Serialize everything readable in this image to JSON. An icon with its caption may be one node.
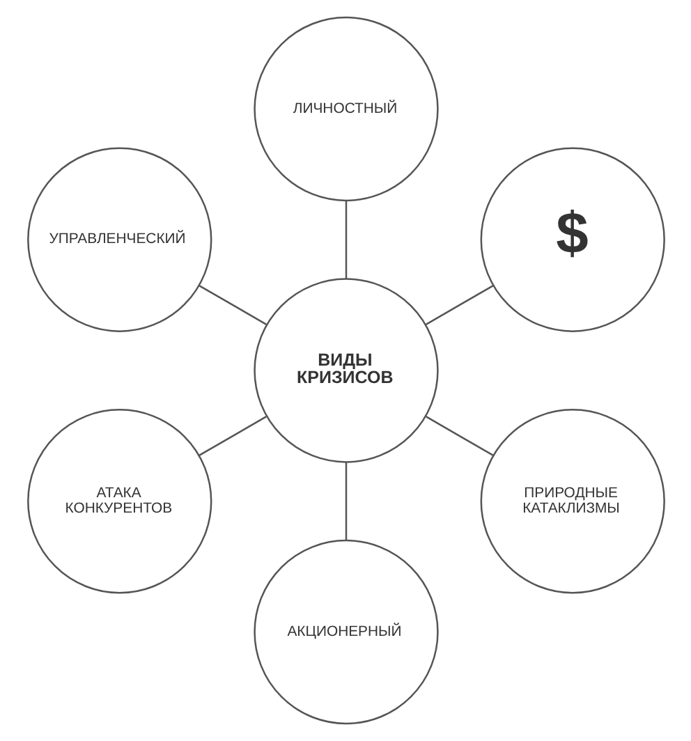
{
  "diagram": {
    "nodes": [
      {
        "text": [
          "$"
        ]
      },
      {
        "text": [
          "ЛИЧНОСТНЫЙ"
        ]
      },
      {
        "text": [
          "УПРАВЛЕНЧЕСКИЙ"
        ]
      },
      {
        "text": [
          "ВИДЫ КРИЗИСОВ"
        ]
      },
      {
        "text": [
          "АТАКА КОНКУРЕНТОВ"
        ]
      },
      {
        "text": [
          "АКЦИОНЕРНЫЙ"
        ]
      },
      {
        "text": [
          "ПРИРОДНЫЕ КАТАКЛИЗМЫ"
        ]
      }
    ],
    "edges": [
      {
        "from": 3,
        "to": 0,
        "arrow": "none"
      },
      {
        "from": 3,
        "to": 2,
        "arrow": "none"
      },
      {
        "from": 3,
        "to": 5,
        "arrow": "none"
      },
      {
        "from": 3,
        "to": 6,
        "arrow": "none"
      },
      {
        "from": 3,
        "to": 4,
        "arrow": "none"
      },
      {
        "from": 3,
        "to": 1,
        "arrow": "none"
      }
    ]
  }
}
